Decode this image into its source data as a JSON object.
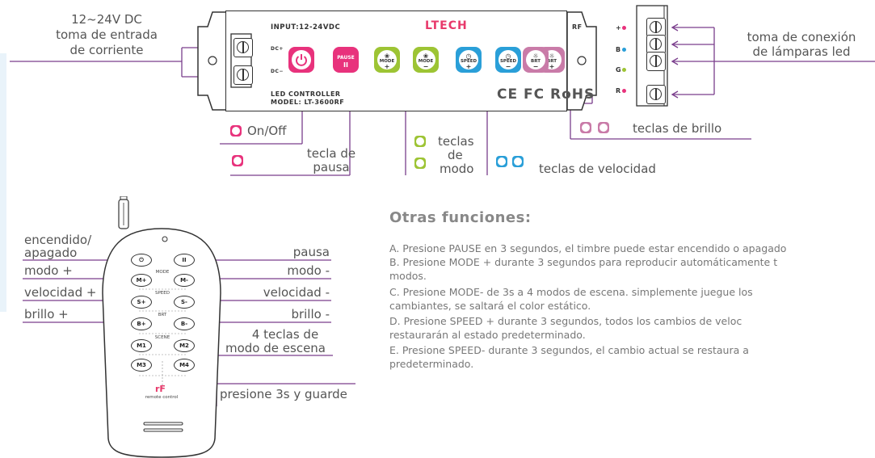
{
  "controller": {
    "brand": "LTECH",
    "input_label": "INPUT:12-24VDC",
    "rf_label": "RF",
    "dc_plus": "DC+",
    "dc_minus": "DC−",
    "led_controller": "LED CONTROLLER",
    "model": "MODEL: LT-3600RF",
    "certs": "CE FC RoHS",
    "output_labels": [
      "+",
      "B",
      "G",
      "R"
    ],
    "output_colors": [
      "#e8327c",
      "#2a9fd8",
      "#9dc434",
      "#e8327c"
    ],
    "keys": [
      {
        "name": "power",
        "top": "",
        "line1": "",
        "line2": "",
        "color": "#e8327c"
      },
      {
        "name": "pause",
        "top": "",
        "line1": "PAUSE",
        "line2": "II",
        "color": "#e8327c"
      },
      {
        "name": "mode-plus",
        "top": "❀",
        "line1": "MODE",
        "line2": "+",
        "color": "#9dc434"
      },
      {
        "name": "mode-minus",
        "top": "❀",
        "line1": "MODE",
        "line2": "−",
        "color": "#9dc434"
      },
      {
        "name": "speed-plus",
        "top": "◷",
        "line1": "SPEED",
        "line2": "+",
        "color": "#2a9fd8"
      },
      {
        "name": "speed-minus",
        "top": "◷",
        "line1": "SPEED",
        "line2": "−",
        "color": "#2a9fd8"
      },
      {
        "name": "brt-plus",
        "top": "☼",
        "line1": "BRT",
        "line2": "+",
        "color": "#c97ba8"
      },
      {
        "name": "brt-minus",
        "top": "☼",
        "line1": "BRT",
        "line2": "−",
        "color": "#c97ba8"
      }
    ]
  },
  "labels": {
    "power_input_1": "12~24V DC",
    "power_input_2": "toma de entrada",
    "power_input_3": "de corriente",
    "lamp_output_1": "toma de conexión",
    "lamp_output_2": "de lámparas led",
    "onoff": "On/Off",
    "pause_1": "tecla de",
    "pause_2": "pausa",
    "mode_1": "teclas",
    "mode_2": "de",
    "mode_3": "modo",
    "speed": "teclas de velocidad",
    "brightness": "teclas de brillo"
  },
  "remote": {
    "buttons": {
      "power": "⏻",
      "pause": "II",
      "m_plus": "M+",
      "m_minus": "M-",
      "s_plus": "S+",
      "s_minus": "S-",
      "b_plus": "B+",
      "b_minus": "B-",
      "m1": "M1",
      "m2": "M2",
      "m3": "M3",
      "m4": "M4"
    },
    "section_mode": "MODE",
    "section_speed": "SPEED",
    "section_brt": "BRT",
    "section_scene": "SCENE",
    "logo_text": "remote control",
    "left_labels": [
      "encendido/",
      "apagado",
      "modo +",
      "velocidad +",
      "brillo +"
    ],
    "right_labels": [
      "pausa",
      "modo -",
      "velocidad -",
      "brillo -",
      "4 teclas de",
      "modo de escena",
      "presione 3s y guarde"
    ]
  },
  "other_functions": {
    "title": "Otras funciones:",
    "lines": [
      "A. Presione PAUSE en 3 segundos, el timbre puede estar encendido o apagado",
      "B. Presione MODE + durante 3 segundos para reproducir automáticamente t",
      "modos.",
      "C. Presione MODE- de 3s a 4 modos de escena. simplemente juegue los",
      "cambiantes, se saltará el color estático.",
      "D. Presione SPEED + durante 3 segundos, todos los cambios de veloc",
      "restaurarán al estado predeterminado.",
      "E. Presione SPEED- durante 3 segundos, el cambio actual se restaura a",
      "predeterminado."
    ]
  },
  "colors": {
    "callout_line": "#7a3e8c",
    "brand": "#e8396b"
  }
}
